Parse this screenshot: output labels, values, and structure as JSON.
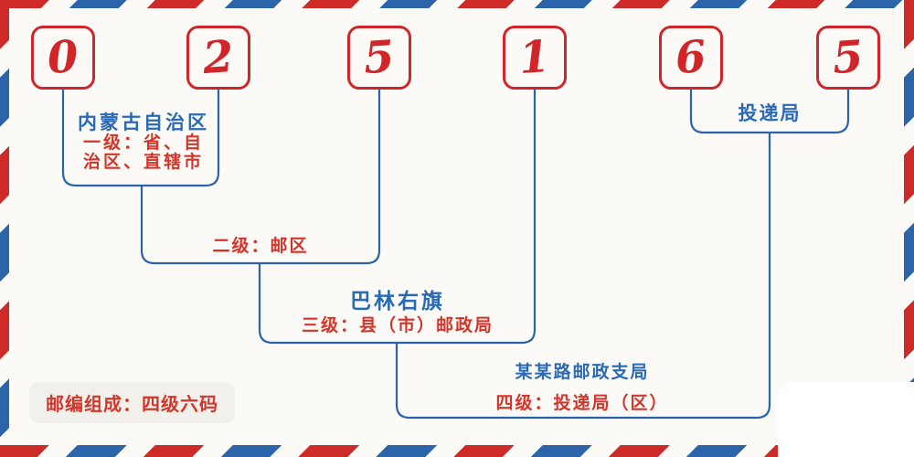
{
  "digits": [
    "0",
    "2",
    "5",
    "1",
    "6",
    "5"
  ],
  "labels": {
    "level1_name": "内蒙古自治区",
    "level1_desc_line1": "一级：省、自",
    "level1_desc_line2": "治区、直辖市",
    "level2_desc": "二级：邮区",
    "level3_name": "巴林右旗",
    "level3_desc": "三级：县（市）邮政局",
    "level4_name": "某某路邮政支局",
    "level4_desc": "四级：投递局（区）",
    "level5_name": "投递局",
    "footer_badge": "邮编组成：四级六码"
  },
  "colors": {
    "stripe_red": "#ce2a28",
    "stripe_blue": "#2b64a8",
    "digit_red": "#d0262a",
    "text_blue": "#2a6ab4",
    "text_red": "#d4352b",
    "line_blue": "#2b64a8",
    "background": "#fbfaf6",
    "badge_background": "#f1f0ea"
  }
}
